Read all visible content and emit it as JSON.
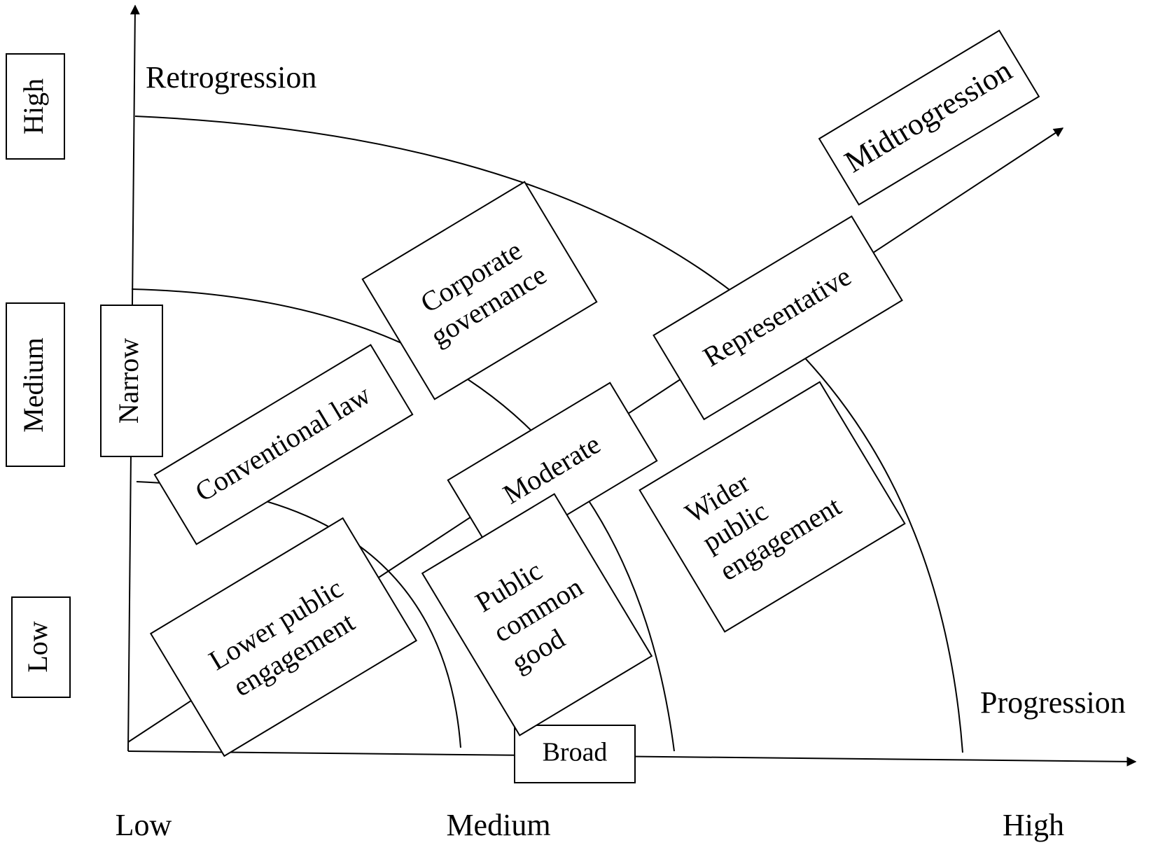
{
  "axes": {
    "y_title": "Retrogression",
    "x_title": "Progression",
    "diagonal_end_label": "Midtrogression",
    "y_scale": [
      "High",
      "Medium",
      "Low"
    ],
    "x_scale": [
      "Low",
      "Medium",
      "High"
    ]
  },
  "boxes": {
    "narrow": "Narrow",
    "broad": "Broad",
    "conventional_law": "Conventional law",
    "corporate_governance": [
      "Corporate",
      "governance"
    ],
    "lower_public_engagement": [
      "Lower public",
      "engagement"
    ],
    "moderate": "Moderate",
    "public_common_good": [
      "Public",
      "common",
      "good"
    ],
    "representative": "Representative",
    "wider_public_engagement": [
      "Wider",
      "public",
      "engagement"
    ]
  }
}
